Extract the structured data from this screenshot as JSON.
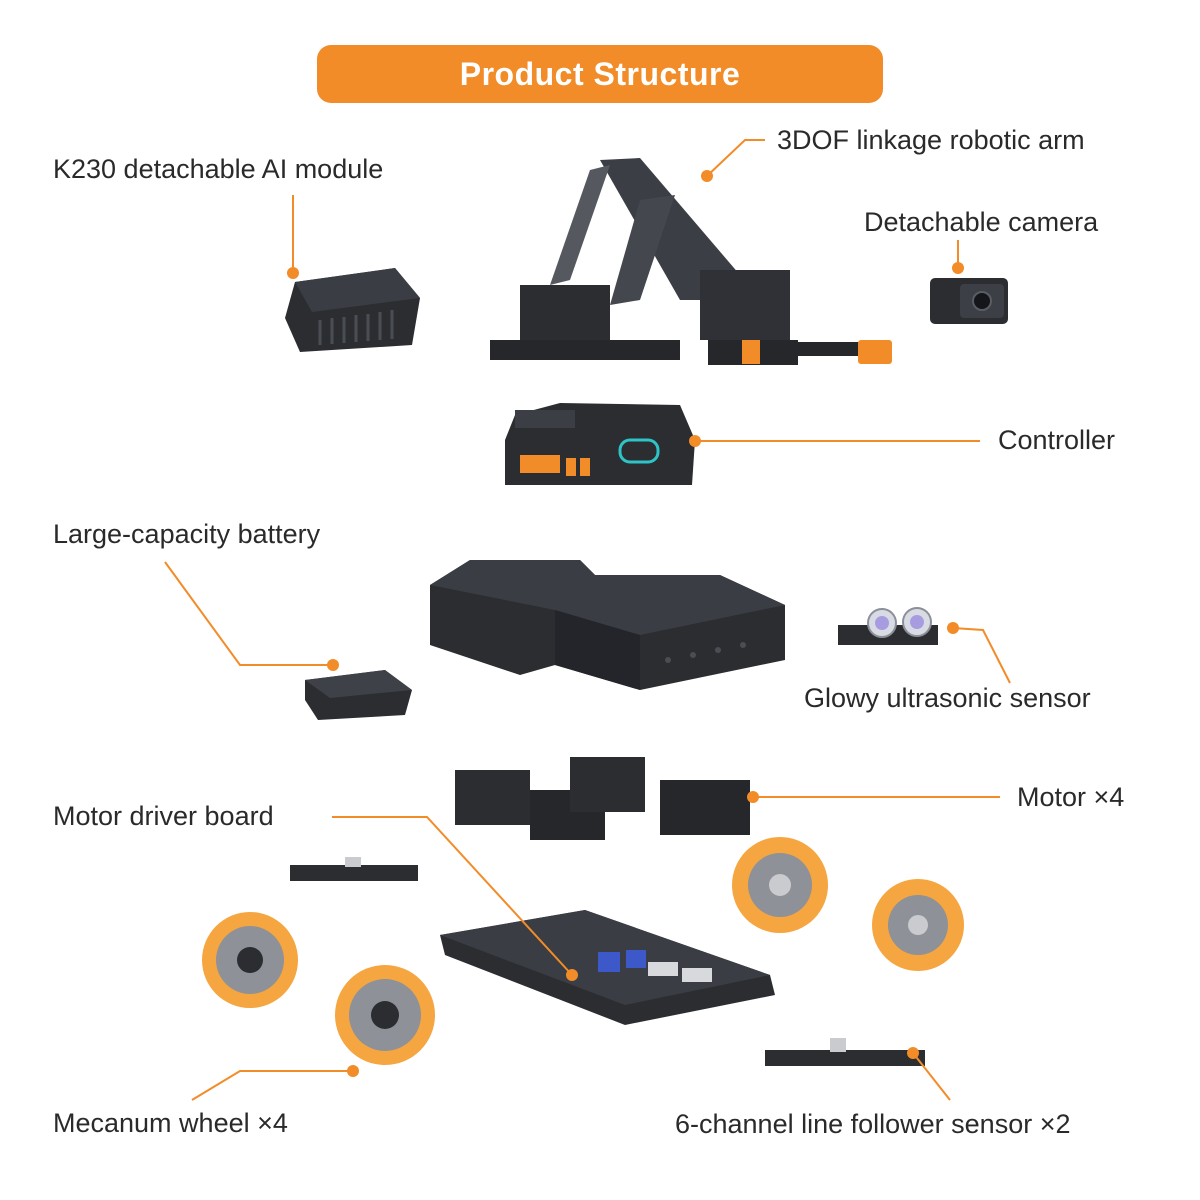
{
  "title": "Product Structure",
  "labels": {
    "ai_module": "K230 detachable AI module",
    "robotic_arm": "3DOF linkage robotic arm",
    "camera": "Detachable camera",
    "controller": "Controller",
    "battery": "Large-capacity battery",
    "ultrasonic": "Glowy ultrasonic sensor",
    "motor": "Motor ×4",
    "driver_board": "Motor driver board",
    "mecanum": "Mecanum wheel ×4",
    "line_follower": "6-channel line follower sensor ×2"
  },
  "colors": {
    "accent": "#f28c28",
    "text": "#2a2a2a",
    "part_dark": "#2b2d31",
    "wheel_gray": "#8e9197"
  }
}
